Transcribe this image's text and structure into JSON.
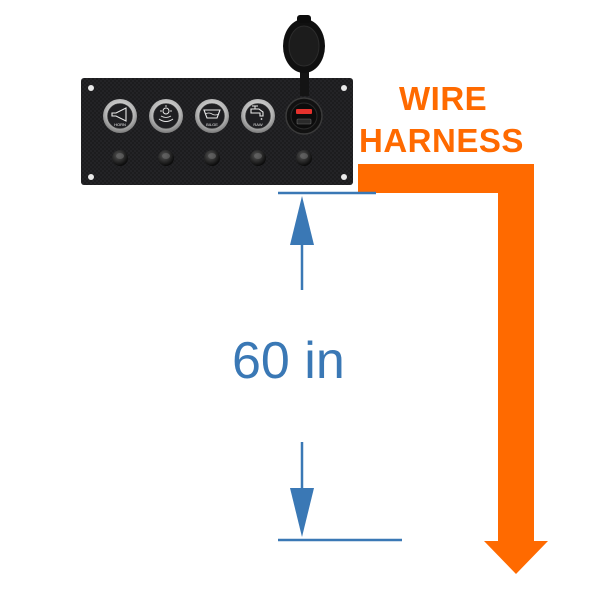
{
  "panel": {
    "buttons": [
      {
        "label": "HORN",
        "icon": "horn-icon"
      },
      {
        "label": "",
        "icon": "navigation-light-icon"
      },
      {
        "label": "BILGE",
        "icon": "bilge-pump-icon"
      },
      {
        "label": "RAW",
        "icon": "water-tap-icon"
      }
    ],
    "socket_icon": "usb-charger-icon"
  },
  "harness": {
    "line1": "WIRE",
    "line2": "HARNESS",
    "color": "#ff6a00"
  },
  "measurement": {
    "value": "60 in",
    "color": "#3a78b5"
  },
  "colors": {
    "panel": "#1b1b1d",
    "bezel": "#c9c9c9",
    "usb_red": "#e5322d"
  }
}
